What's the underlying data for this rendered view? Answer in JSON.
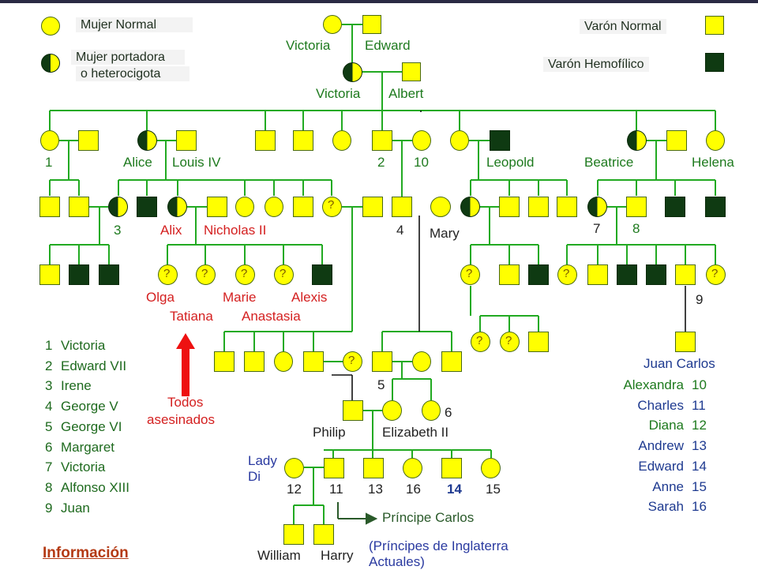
{
  "legend": {
    "female_normal": "Mujer Normal",
    "female_carrier_line1": "Mujer portadora",
    "female_carrier_line2": "o heterocigota",
    "male_normal": "Varón Normal",
    "male_hemophilic": "Varón Hemofílico"
  },
  "colors": {
    "line": "#22aa22",
    "line_dark": "#111111",
    "healthy_fill": "#ffff00",
    "affected_fill": "#0f3a12",
    "red_arrow": "#ee1111",
    "dark_arrow": "#2a5a2a"
  },
  "names": {
    "victoria_top": "Victoria",
    "edward_top": "Edward",
    "queen_victoria": "Victoria",
    "albert": "Albert",
    "n1": "1",
    "alice": "Alice",
    "louis": "Louis IV",
    "n2": "2",
    "n10": "10",
    "leopold": "Leopold",
    "beatrice": "Beatrice",
    "helena": "Helena",
    "n3": "3",
    "alix": "Alix",
    "nicholas": "Nicholas II",
    "n4": "4",
    "mary": "Mary",
    "n7": "7",
    "n8": "8",
    "n9": "9",
    "olga": "Olga",
    "marie": "Marie",
    "alexis": "Alexis",
    "tatiana": "Tatiana",
    "anastasia": "Anastasia",
    "n5": "5",
    "n6": "6",
    "philip": "Philip",
    "elizabeth": "Elizabeth II",
    "lady": "Lady",
    "di": "Di",
    "n12": "12",
    "n11": "11",
    "n13": "13",
    "n16": "16",
    "n14": "14",
    "n15": "15",
    "william": "William",
    "harry": "Harry",
    "principes_line1": "(Príncipes de Inglaterra",
    "principes_line2": "Actuales)",
    "principe_carlos": "Príncipe Carlos",
    "todos_line1": "Todos",
    "todos_line2": "asesinados",
    "juan_carlos": "Juan Carlos"
  },
  "key_left": [
    {
      "num": "1",
      "name": "Victoria"
    },
    {
      "num": "2",
      "name": "Edward VII"
    },
    {
      "num": "3",
      "name": "Irene"
    },
    {
      "num": "4",
      "name": "George V"
    },
    {
      "num": "5",
      "name": "George VI"
    },
    {
      "num": "6",
      "name": "Margaret"
    },
    {
      "num": "7",
      "name": "Victoria"
    },
    {
      "num": "8",
      "name": "Alfonso XIII"
    },
    {
      "num": "9",
      "name": "Juan"
    }
  ],
  "key_right": [
    {
      "name": "Alexandra",
      "num": "10"
    },
    {
      "name": "Charles",
      "num": "11"
    },
    {
      "name": "Diana",
      "num": "12"
    },
    {
      "name": "Andrew",
      "num": "13"
    },
    {
      "name": "Edward",
      "num": "14"
    },
    {
      "name": "Anne",
      "num": "15"
    },
    {
      "name": "Sarah",
      "num": "16"
    }
  ],
  "info_link": "Información"
}
